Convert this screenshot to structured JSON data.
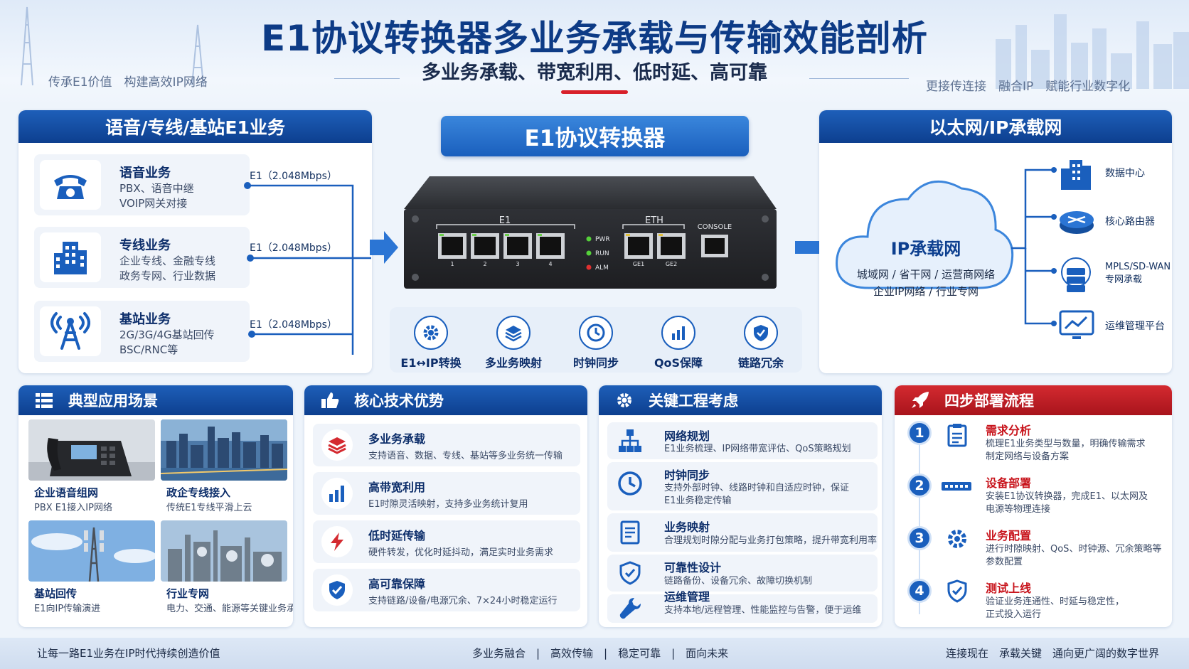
{
  "header": {
    "title": "E1协议转换器多业务承载与传输效能剖析",
    "subtitle": "多业务承载、带宽利用、低时延、高可靠",
    "slogan_left": "传承E1价值　构建高效IP网络",
    "slogan_right": "更接传连接　融合IP　赋能行业数字化"
  },
  "left_panel": {
    "title": "语音/专线/基站E1业务",
    "services": [
      {
        "name": "语音业务",
        "desc1": "PBX、语音中继",
        "desc2": "VOIP网关对接",
        "link": "E1（2.048Mbps）"
      },
      {
        "name": "专线业务",
        "desc1": "企业专线、金融专线",
        "desc2": "政务专网、行业数据",
        "link": "E1（2.048Mbps）"
      },
      {
        "name": "基站业务",
        "desc1": "2G/3G/4G基站回传",
        "desc2": "BSC/RNC等",
        "link": "E1（2.048Mbps）"
      }
    ]
  },
  "center": {
    "title": "E1协议转换器",
    "device": {
      "e1_label": "E1",
      "eth_label": "ETH",
      "console_label": "CONSOLE",
      "leds": [
        "PWR",
        "RUN",
        "ALM"
      ],
      "e1_ports": [
        "1",
        "2",
        "3",
        "4"
      ],
      "eth_ports": [
        "GE1",
        "GE2"
      ]
    },
    "features": [
      "E1↔IP转换",
      "多业务映射",
      "时钟同步",
      "QoS保障",
      "链路冗余"
    ]
  },
  "right_panel": {
    "title": "以太网/IP承载网",
    "cloud_title": "IP承载网",
    "cloud_line1": "城域网 / 省干网 / 运营商网络",
    "cloud_line2": "企业IP网络 / 行业专网",
    "targets": [
      {
        "line1": "数据中心",
        "line2": ""
      },
      {
        "line1": "核心路由器",
        "line2": ""
      },
      {
        "line1": "MPLS/SD-WAN",
        "line2": "专网承载"
      },
      {
        "line1": "运维管理平台",
        "line2": ""
      }
    ]
  },
  "scenarios": {
    "title": "典型应用场景",
    "items": [
      {
        "title": "企业语音组网",
        "desc": "PBX E1接入IP网络"
      },
      {
        "title": "政企专线接入",
        "desc": "传统E1专线平滑上云"
      },
      {
        "title": "基站回传",
        "desc": "E1向IP传输演进"
      },
      {
        "title": "行业专网",
        "desc": "电力、交通、能源等关键业务承载"
      }
    ]
  },
  "advantages": {
    "title": "核心技术优势",
    "items": [
      {
        "title": "多业务承载",
        "desc": "支持语音、数据、专线、基站等多业务统一传输"
      },
      {
        "title": "高带宽利用",
        "desc": "E1时隙灵活映射，支持多业务统计复用"
      },
      {
        "title": "低时延传输",
        "desc": "硬件转发，优化时延抖动，满足实时业务需求"
      },
      {
        "title": "高可靠保障",
        "desc": "支持链路/设备/电源冗余、7×24小时稳定运行"
      }
    ]
  },
  "engineering": {
    "title": "关键工程考虑",
    "items": [
      {
        "title": "网络规划",
        "desc1": "E1业务梳理、IP网络带宽评估、QoS策略规划",
        "desc2": ""
      },
      {
        "title": "时钟同步",
        "desc1": "支持外部时钟、线路时钟和自适应时钟，保证",
        "desc2": "E1业务稳定传输"
      },
      {
        "title": "业务映射",
        "desc1": "合理规划时隙分配与业务打包策略，提升带宽利用率",
        "desc2": ""
      },
      {
        "title": "可靠性设计",
        "desc1": "链路备份、设备冗余、故障切换机制",
        "desc2": ""
      },
      {
        "title": "运维管理",
        "desc1": "支持本地/远程管理、性能监控与告警，便于运维",
        "desc2": ""
      }
    ]
  },
  "deploy": {
    "title": "四步部署流程",
    "steps": [
      {
        "num": "1",
        "title": "需求分析",
        "desc1": "梳理E1业务类型与数量，明确传输需求",
        "desc2": "制定网络与设备方案"
      },
      {
        "num": "2",
        "title": "设备部署",
        "desc1": "安装E1协议转换器，完成E1、以太网及",
        "desc2": "电源等物理连接"
      },
      {
        "num": "3",
        "title": "业务配置",
        "desc1": "进行时隙映射、QoS、时钟源、冗余策略等",
        "desc2": "参数配置"
      },
      {
        "num": "4",
        "title": "测试上线",
        "desc1": "验证业务连通性、时延与稳定性，",
        "desc2": "正式投入运行"
      }
    ]
  },
  "footer": {
    "left": "让每一路E1业务在IP时代持续创造价值",
    "center": "多业务融合　|　高效传输　|　稳定可靠　|　面向未来",
    "right": "连接现在　承载关键　通向更广阔的数字世界"
  },
  "colors": {
    "primary": "#0d3f8f",
    "accent": "#1a5fbd",
    "red": "#d42a30"
  }
}
